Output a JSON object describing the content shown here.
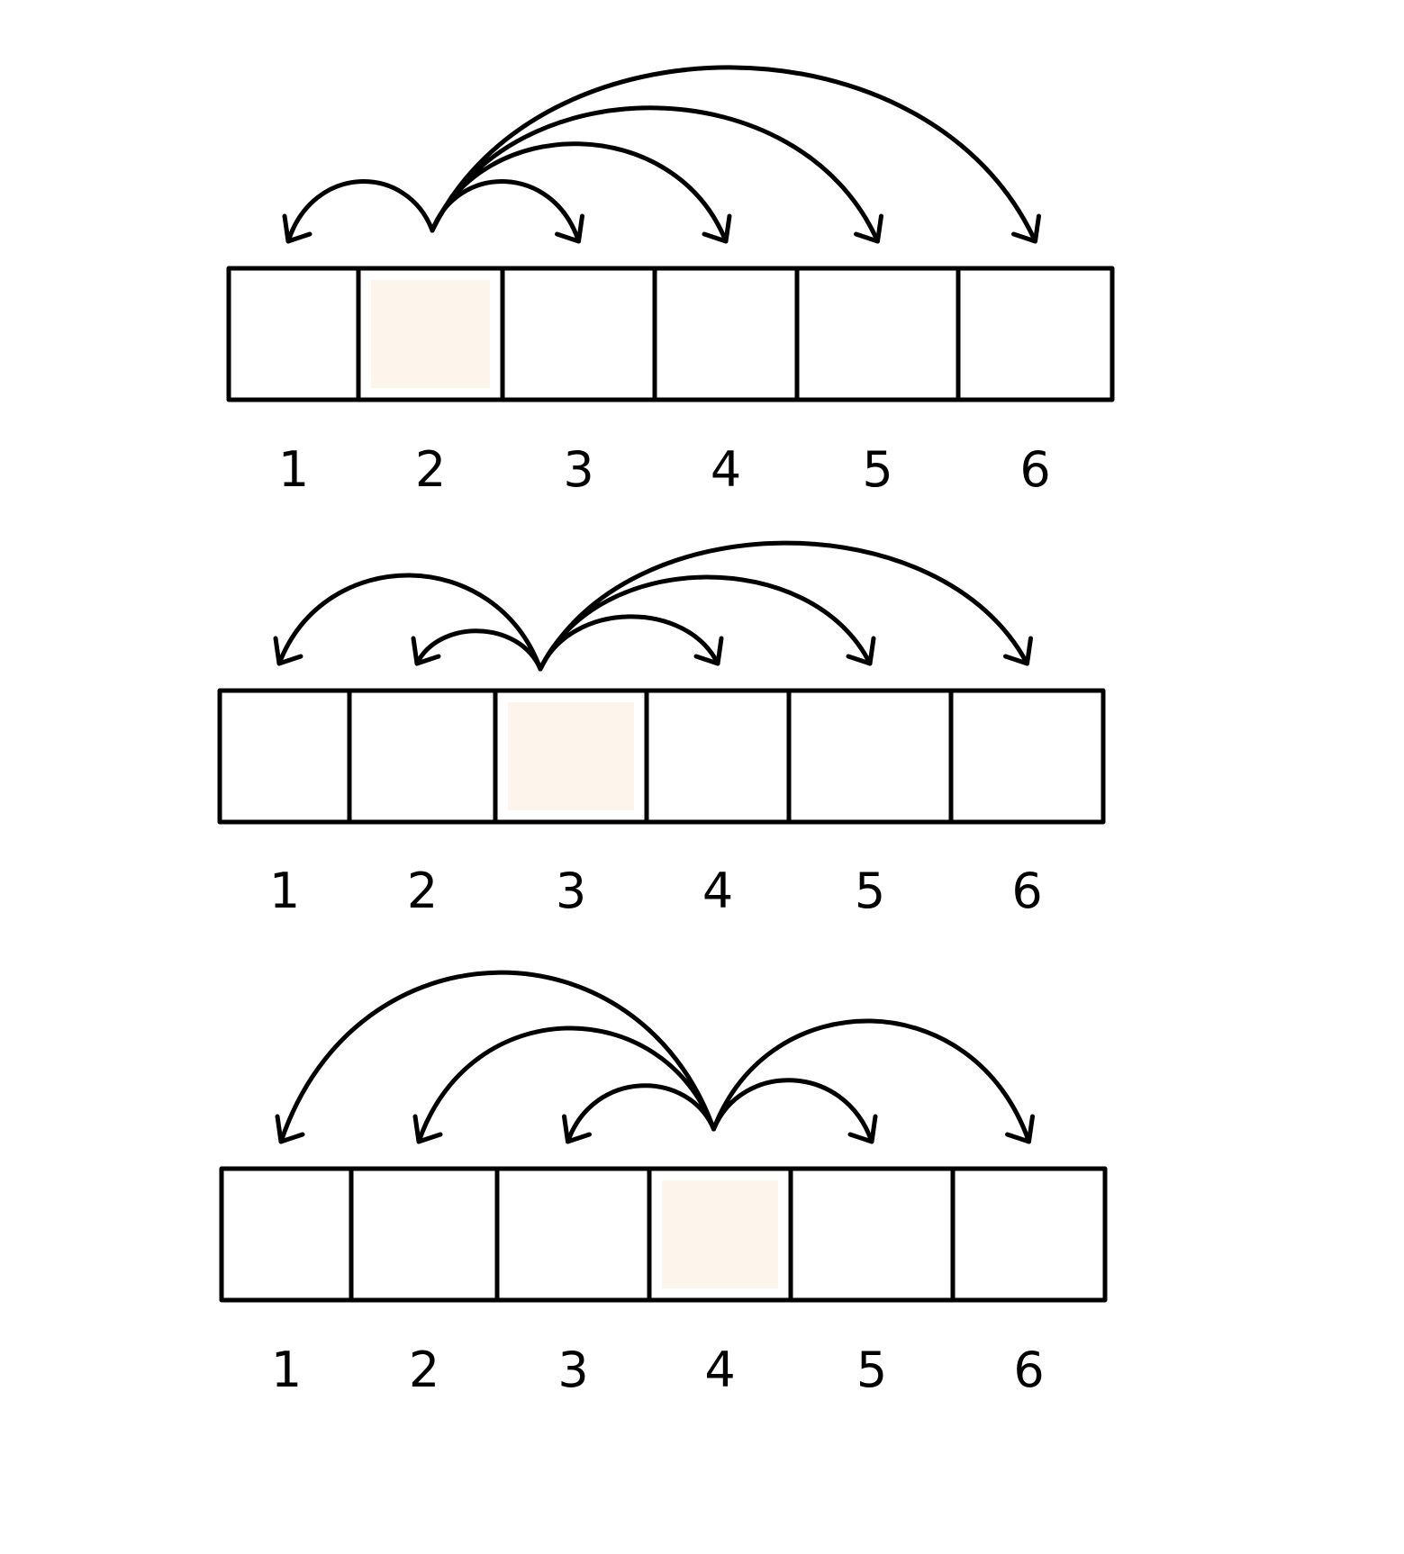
{
  "colors": {
    "stroke": "#000000",
    "highlight": "#fdf4ec",
    "background": "#ffffff"
  },
  "rows": [
    {
      "cells": [
        "1",
        "2",
        "3",
        "4",
        "5",
        "6"
      ],
      "highlighted": 2,
      "source": 2,
      "targets": [
        1,
        3,
        4,
        5,
        6
      ]
    },
    {
      "cells": [
        "1",
        "2",
        "3",
        "4",
        "5",
        "6"
      ],
      "highlighted": 3,
      "source": 3,
      "targets": [
        1,
        2,
        4,
        5,
        6
      ]
    },
    {
      "cells": [
        "1",
        "2",
        "3",
        "4",
        "5",
        "6"
      ],
      "highlighted": 4,
      "source": 4,
      "targets": [
        1,
        2,
        3,
        5,
        6
      ]
    }
  ]
}
